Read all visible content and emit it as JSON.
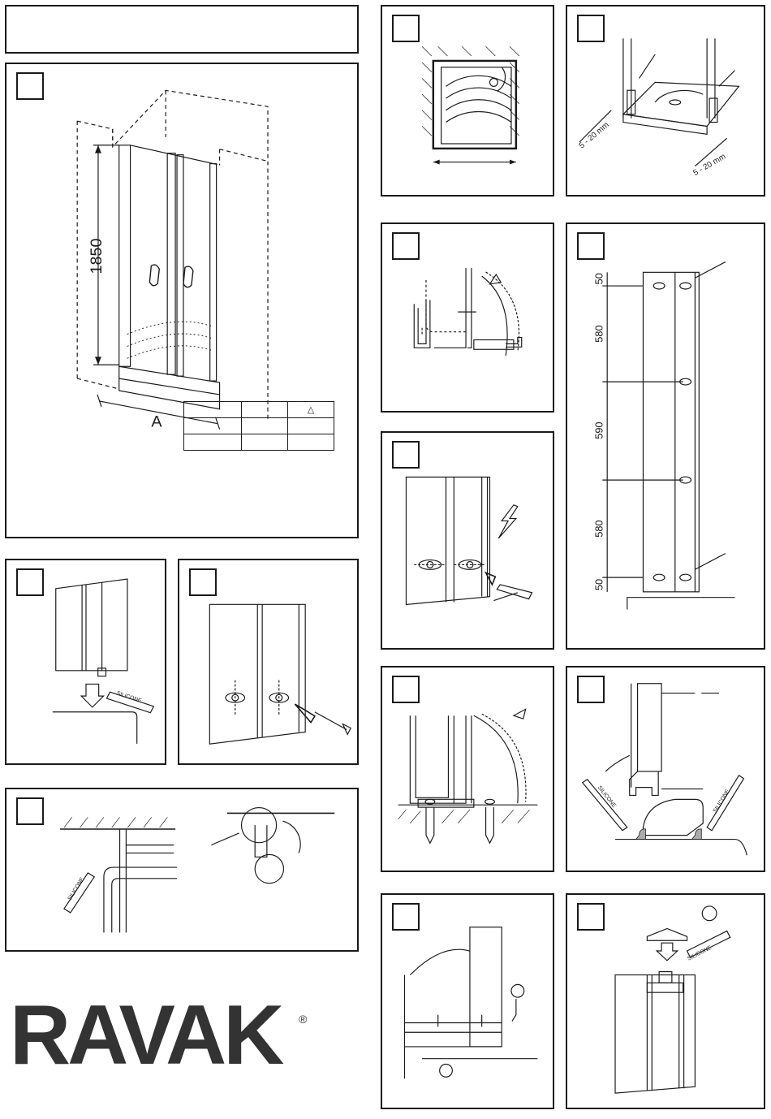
{
  "title": "",
  "brand": {
    "name": "RAVAK",
    "registered": "®",
    "color": "#333333"
  },
  "overview": {
    "height_label": "1850",
    "width_label": "A",
    "spec_table": {
      "header": [
        "",
        "",
        "△"
      ],
      "rows": [
        [
          "",
          "",
          ""
        ],
        [
          "",
          "",
          ""
        ]
      ]
    }
  },
  "spacing": {
    "top_gap": "50",
    "upper_span": "580",
    "middle_span": "590",
    "lower_span": "580",
    "bottom_gap": "50"
  },
  "clearance": {
    "left": "5 - 20 mm",
    "right": "5 - 20 mm"
  },
  "silicone_label": "SILICONE"
}
